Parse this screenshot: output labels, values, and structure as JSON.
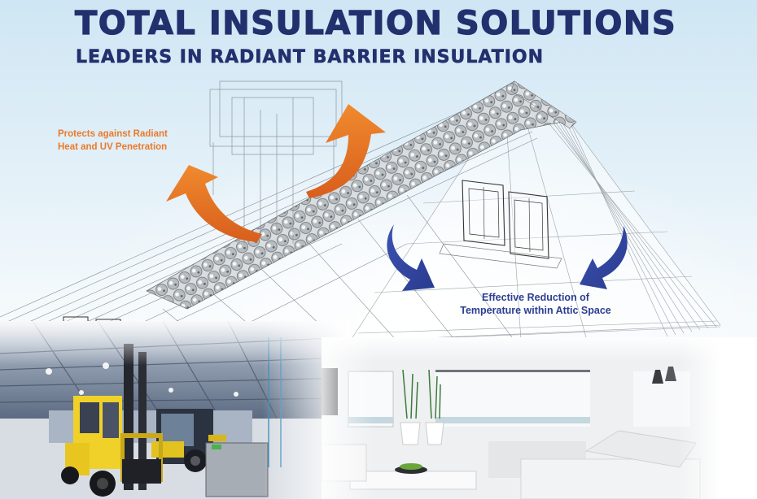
{
  "header": {
    "title": "TOTAL INSULATION SOLUTIONS",
    "subtitle": "LEADERS IN RADIANT BARRIER INSULATION"
  },
  "callouts": {
    "radiant": {
      "line1": "Protects against Radiant",
      "line2": "Heat and UV Penetration",
      "color": "#ea7a2a",
      "arrow_icon": "curved-arrow-up-icon"
    },
    "attic": {
      "line1": "Effective Reduction of",
      "line2": "Temperature within Attic Space",
      "color": "#2d3e92",
      "arrow_icon": "curved-arrow-down-icon"
    }
  },
  "scenes": {
    "left": "warehouse-with-forklifts",
    "right": "modern-white-living-room",
    "background": "wireframe-house-roof-with-bubble-insulation"
  },
  "colors": {
    "title": "#23306e",
    "orange_arrow": "#e8762b",
    "blue_arrow": "#2f44a0",
    "sky": "#cfe6f4"
  }
}
